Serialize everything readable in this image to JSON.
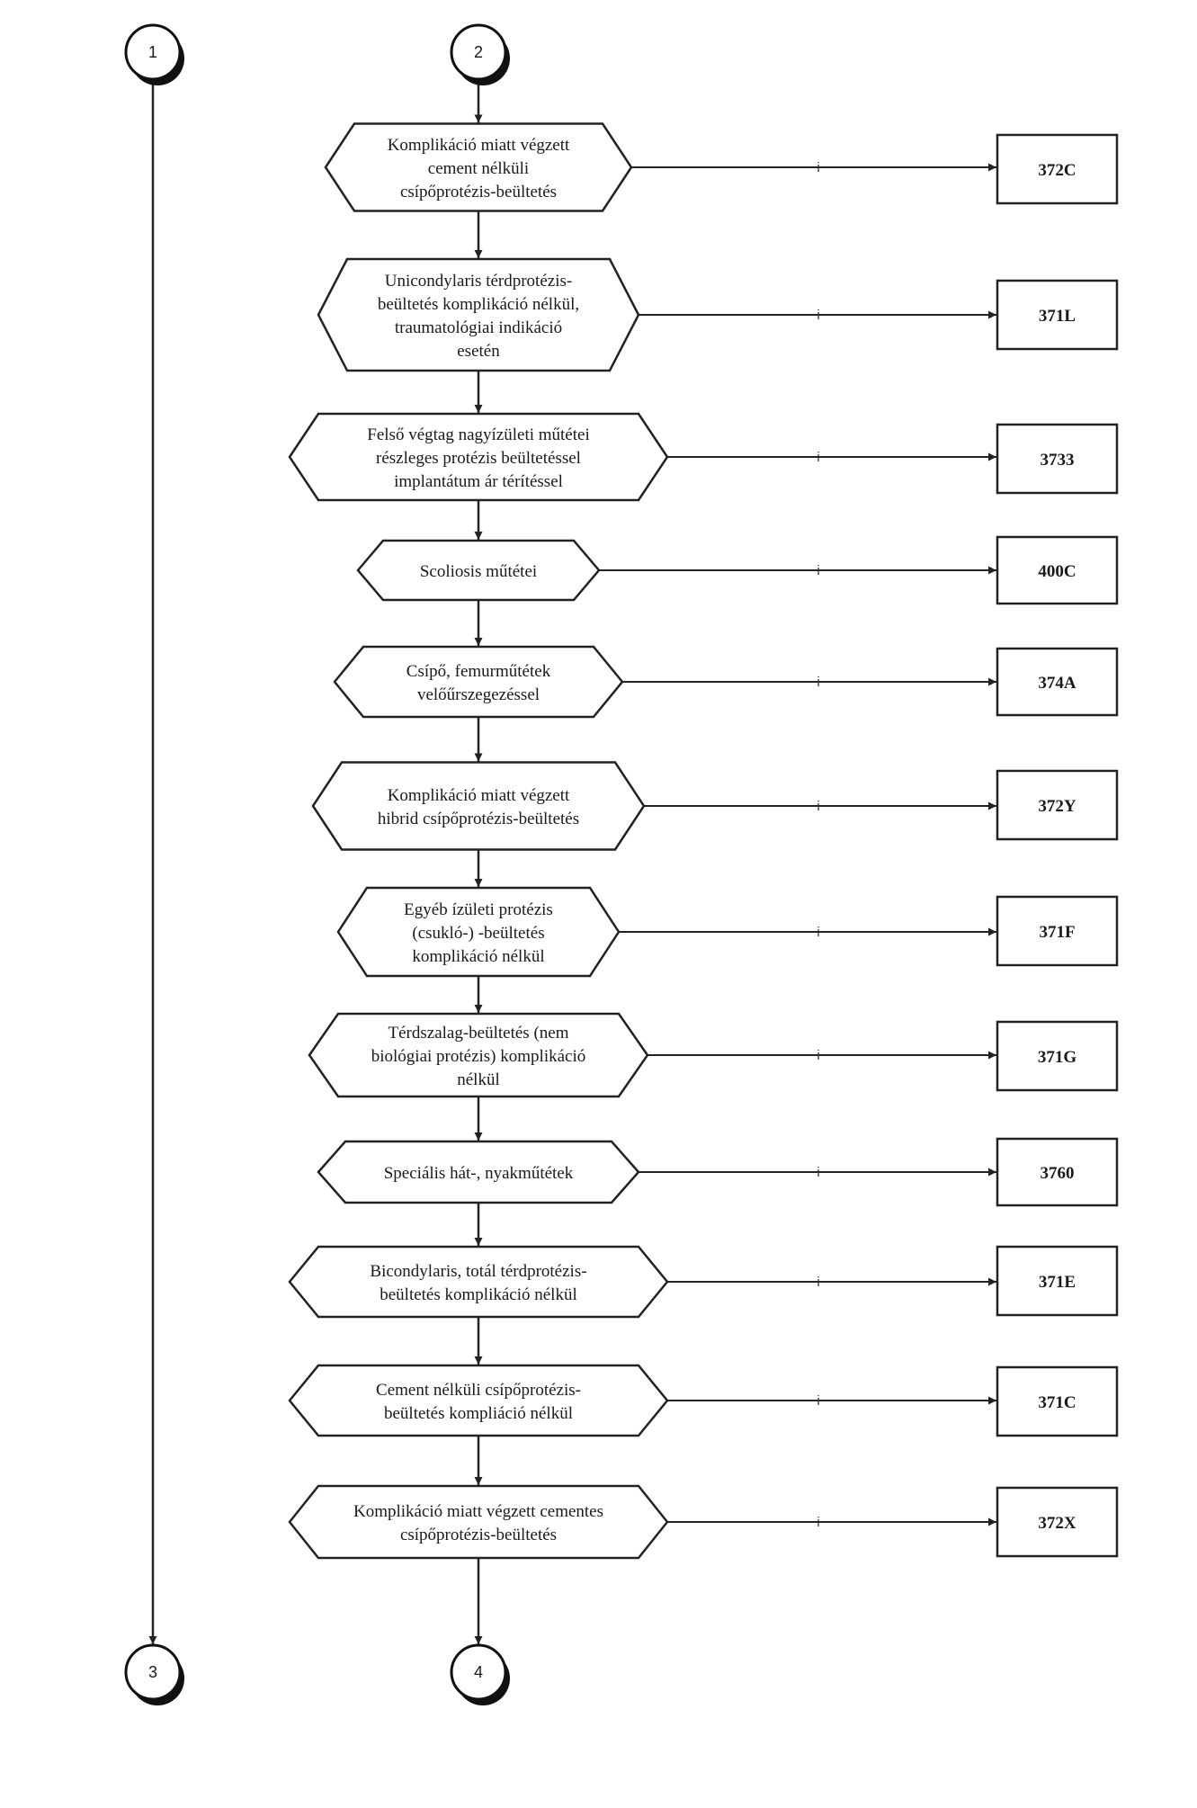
{
  "connectors": [
    {
      "id": "c1",
      "label": "1"
    },
    {
      "id": "c2",
      "label": "2"
    },
    {
      "id": "c3",
      "label": "3"
    },
    {
      "id": "c4",
      "label": "4"
    }
  ],
  "steps": [
    {
      "lines": [
        "Komplikáció miatt végzett",
        "cement nélküli",
        "csípőprotézis-beültetés"
      ],
      "edge_label": "i",
      "code": "372C"
    },
    {
      "lines": [
        "Unicondylaris térdprotézis-",
        "beültetés komplikáció nélkül,",
        "traumatológiai indikáció",
        "esetén"
      ],
      "edge_label": "i",
      "code": "371L"
    },
    {
      "lines": [
        "Felső végtag nagyízületi műtétei",
        "részleges protézis beültetéssel",
        "implantátum ár térítéssel"
      ],
      "edge_label": "i",
      "code": "3733"
    },
    {
      "lines": [
        "Scoliosis műtétei"
      ],
      "edge_label": "i",
      "code": "400C"
    },
    {
      "lines": [
        "Csípő, femurműtétek",
        "velőűrszegezéssel"
      ],
      "edge_label": "i",
      "code": "374A"
    },
    {
      "lines": [
        "Komplikáció miatt végzett",
        "hibrid csípőprotézis-beültetés"
      ],
      "edge_label": "i",
      "code": "372Y"
    },
    {
      "lines": [
        "Egyéb ízületi protézis",
        "(csukló-) -beültetés",
        "komplikáció nélkül"
      ],
      "edge_label": "i",
      "code": "371F"
    },
    {
      "lines": [
        "Térdszalag-beültetés (nem",
        "biológiai protézis) komplikáció",
        "nélkül"
      ],
      "edge_label": "i",
      "code": "371G"
    },
    {
      "lines": [
        "Speciális hát-, nyakműtétek"
      ],
      "edge_label": "i",
      "code": "3760"
    },
    {
      "lines": [
        "Bicondylaris, totál térdprotézis-",
        "beültetés komplikáció nélkül"
      ],
      "edge_label": "i",
      "code": "371E"
    },
    {
      "lines": [
        "Cement nélküli csípőprotézis-",
        "beültetés kompliáció nélkül"
      ],
      "edge_label": "i",
      "code": "371C"
    },
    {
      "lines": [
        "Komplikáció miatt végzett cementes",
        "csípőprotézis-beültetés"
      ],
      "edge_label": "i",
      "code": "372X"
    }
  ]
}
